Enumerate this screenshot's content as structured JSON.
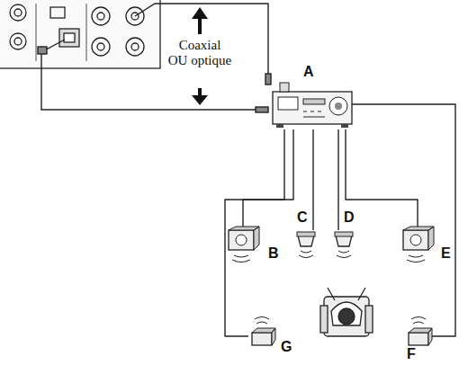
{
  "diagram": {
    "nodes": [
      {
        "text": [
          "A"
        ]
      },
      {
        "text": [
          "B"
        ]
      },
      {
        "text": [
          "C"
        ]
      },
      {
        "text": [
          "D"
        ]
      },
      {
        "text": [
          "E"
        ]
      },
      {
        "text": [
          "G"
        ]
      },
      {
        "text": [
          "F"
        ]
      }
    ],
    "edges": [
      {
        "from": 0,
        "to": 1,
        "arrow": "none"
      },
      {
        "from": 0,
        "to": 2,
        "arrow": "none"
      },
      {
        "from": 0,
        "to": 3,
        "arrow": "none"
      },
      {
        "from": 0,
        "to": 4,
        "arrow": "none"
      },
      {
        "from": 0,
        "to": 5,
        "arrow": "none"
      },
      {
        "from": 0,
        "to": 6,
        "arrow": "none"
      }
    ],
    "labels": [
      "Coaxial OU optique"
    ]
  }
}
